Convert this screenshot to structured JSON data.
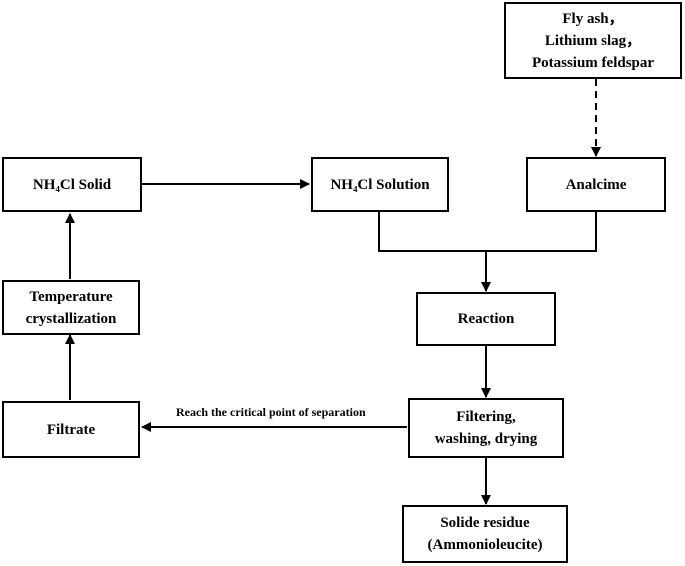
{
  "nodes": {
    "raw_materials": [
      "Fly ash，",
      "Lithium slag，",
      "Potassium feldspar"
    ],
    "nh4cl_solid": "NH₄Cl Solid",
    "nh4cl_solution": "NH₄Cl Solution",
    "analcime": "Analcime",
    "temperature_crystallization": [
      "Temperature",
      "crystallization"
    ],
    "reaction": "Reaction",
    "filtrate": "Filtrate",
    "filtering": [
      "Filtering,",
      "washing, drying"
    ],
    "solid_residue": [
      "Solide residue",
      "(Ammonioleucite)"
    ]
  },
  "edges": {
    "filtering_to_filtrate_label": "Reach the critical point of separation"
  }
}
